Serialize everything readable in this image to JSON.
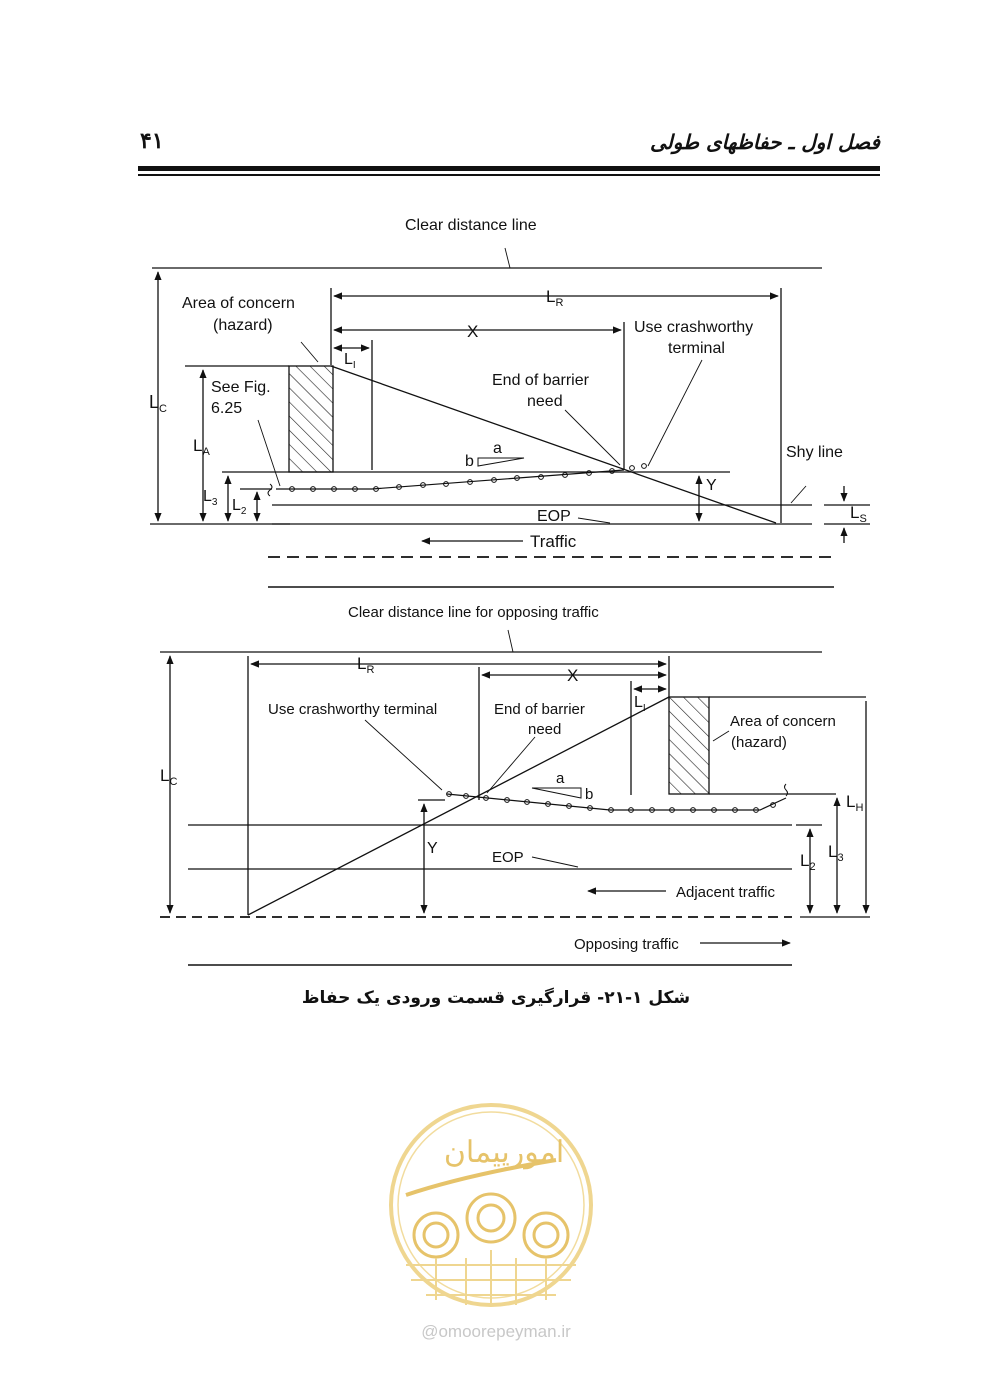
{
  "header": {
    "page_number": "۴۱",
    "chapter_title": "فصل اول ـ حفاظهای طولی"
  },
  "figure_top": {
    "clear_distance_line": "Clear distance line",
    "lr": "L",
    "lr_sub": "R",
    "x": "X",
    "area_of_concern": "Area of concern",
    "hazard": "(hazard)",
    "l1": "L",
    "l1_sub": "I",
    "use_crashworthy": "Use crashworthy",
    "terminal": "terminal",
    "see_fig": "See Fig.",
    "see_fig_num": "6.25",
    "end_of_barrier": "End of barrier",
    "need": "need",
    "lc": "L",
    "lc_sub": "C",
    "la": "L",
    "la_sub": "A",
    "a": "a",
    "b": "b",
    "shy_line": "Shy line",
    "y": "Y",
    "l3": "L",
    "l3_sub": "3",
    "l2": "L",
    "l2_sub": "2",
    "eop": "EOP",
    "ls": "L",
    "ls_sub": "S",
    "traffic": "Traffic"
  },
  "figure_bottom": {
    "clear_distance_line": "Clear distance line for opposing traffic",
    "lr": "L",
    "lr_sub": "R",
    "x": "X",
    "l1": "L",
    "l1_sub": "I",
    "use_crashworthy_terminal": "Use crashworthy terminal",
    "end_of_barrier": "End of barrier",
    "need": "need",
    "area_of_concern": "Area of concern",
    "hazard": "(hazard)",
    "lc": "L",
    "lc_sub": "C",
    "a": "a",
    "b": "b",
    "lh": "L",
    "lh_sub": "H",
    "y": "Y",
    "eop": "EOP",
    "l2": "L",
    "l2_sub": "2",
    "l3": "L",
    "l3_sub": "3",
    "adjacent_traffic": "Adjacent traffic",
    "opposing_traffic": "Opposing traffic"
  },
  "caption": "شکل ۱-۲۱- قرارگیری قسمت ورودی یک حفاظ",
  "logo": {
    "text": "امورپیمان"
  },
  "watermark": "@omoorepeyman.ir",
  "colors": {
    "logo_gold": "#e6c36a",
    "logo_gold_light": "#f2dc9e",
    "ink": "#111111"
  }
}
